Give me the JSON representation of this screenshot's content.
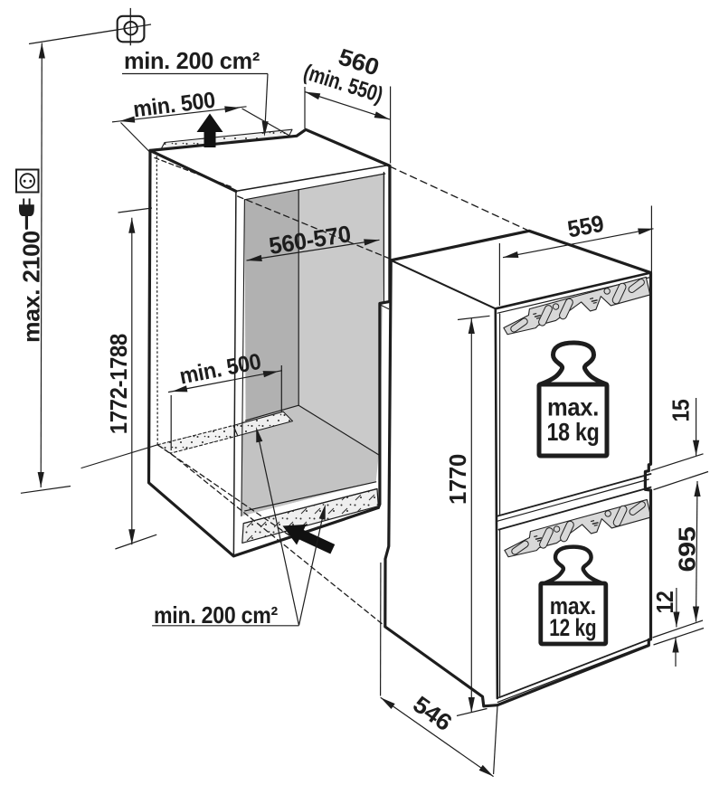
{
  "diagram": {
    "kind": "built-in refrigerator niche installation drawing",
    "units": "mm",
    "niche": {
      "top_vent_area": "min. 200 cm²",
      "top_vent_width": "min. 500",
      "top_depth_line1": "560",
      "top_depth_line2": "(min. 550)",
      "inner_width": "560-570",
      "max_ceiling_height": "max. 2100",
      "inner_height": "1772-1788",
      "floor_vent_width": "min. 500",
      "bottom_vent_area": "min. 200 cm²"
    },
    "appliance": {
      "width": "559",
      "height": "1770",
      "depth": "546",
      "top_gap": "15",
      "lower_section_height": "695",
      "bottom_gap": "12",
      "upper_door_load_line1": "max.",
      "upper_door_load_line2": "18 kg",
      "lower_door_load_line1": "max.",
      "lower_door_load_line2": "12 kg"
    },
    "icons": [
      "position-cross-icon",
      "socket-icon",
      "plug-icon",
      "airflow-up-arrow-icon",
      "airflow-in-arrow-icon",
      "weight-18kg-icon",
      "weight-12kg-icon"
    ],
    "colors": {
      "line": "#1d1d1d",
      "inner_side_wall": "#b1b1b1",
      "inner_back_wall": "#cacaca",
      "inner_floor": "#c3c3c3",
      "vent_strip": "#efefef",
      "door_grille": "#d8d8d8",
      "background": "#ffffff"
    }
  }
}
